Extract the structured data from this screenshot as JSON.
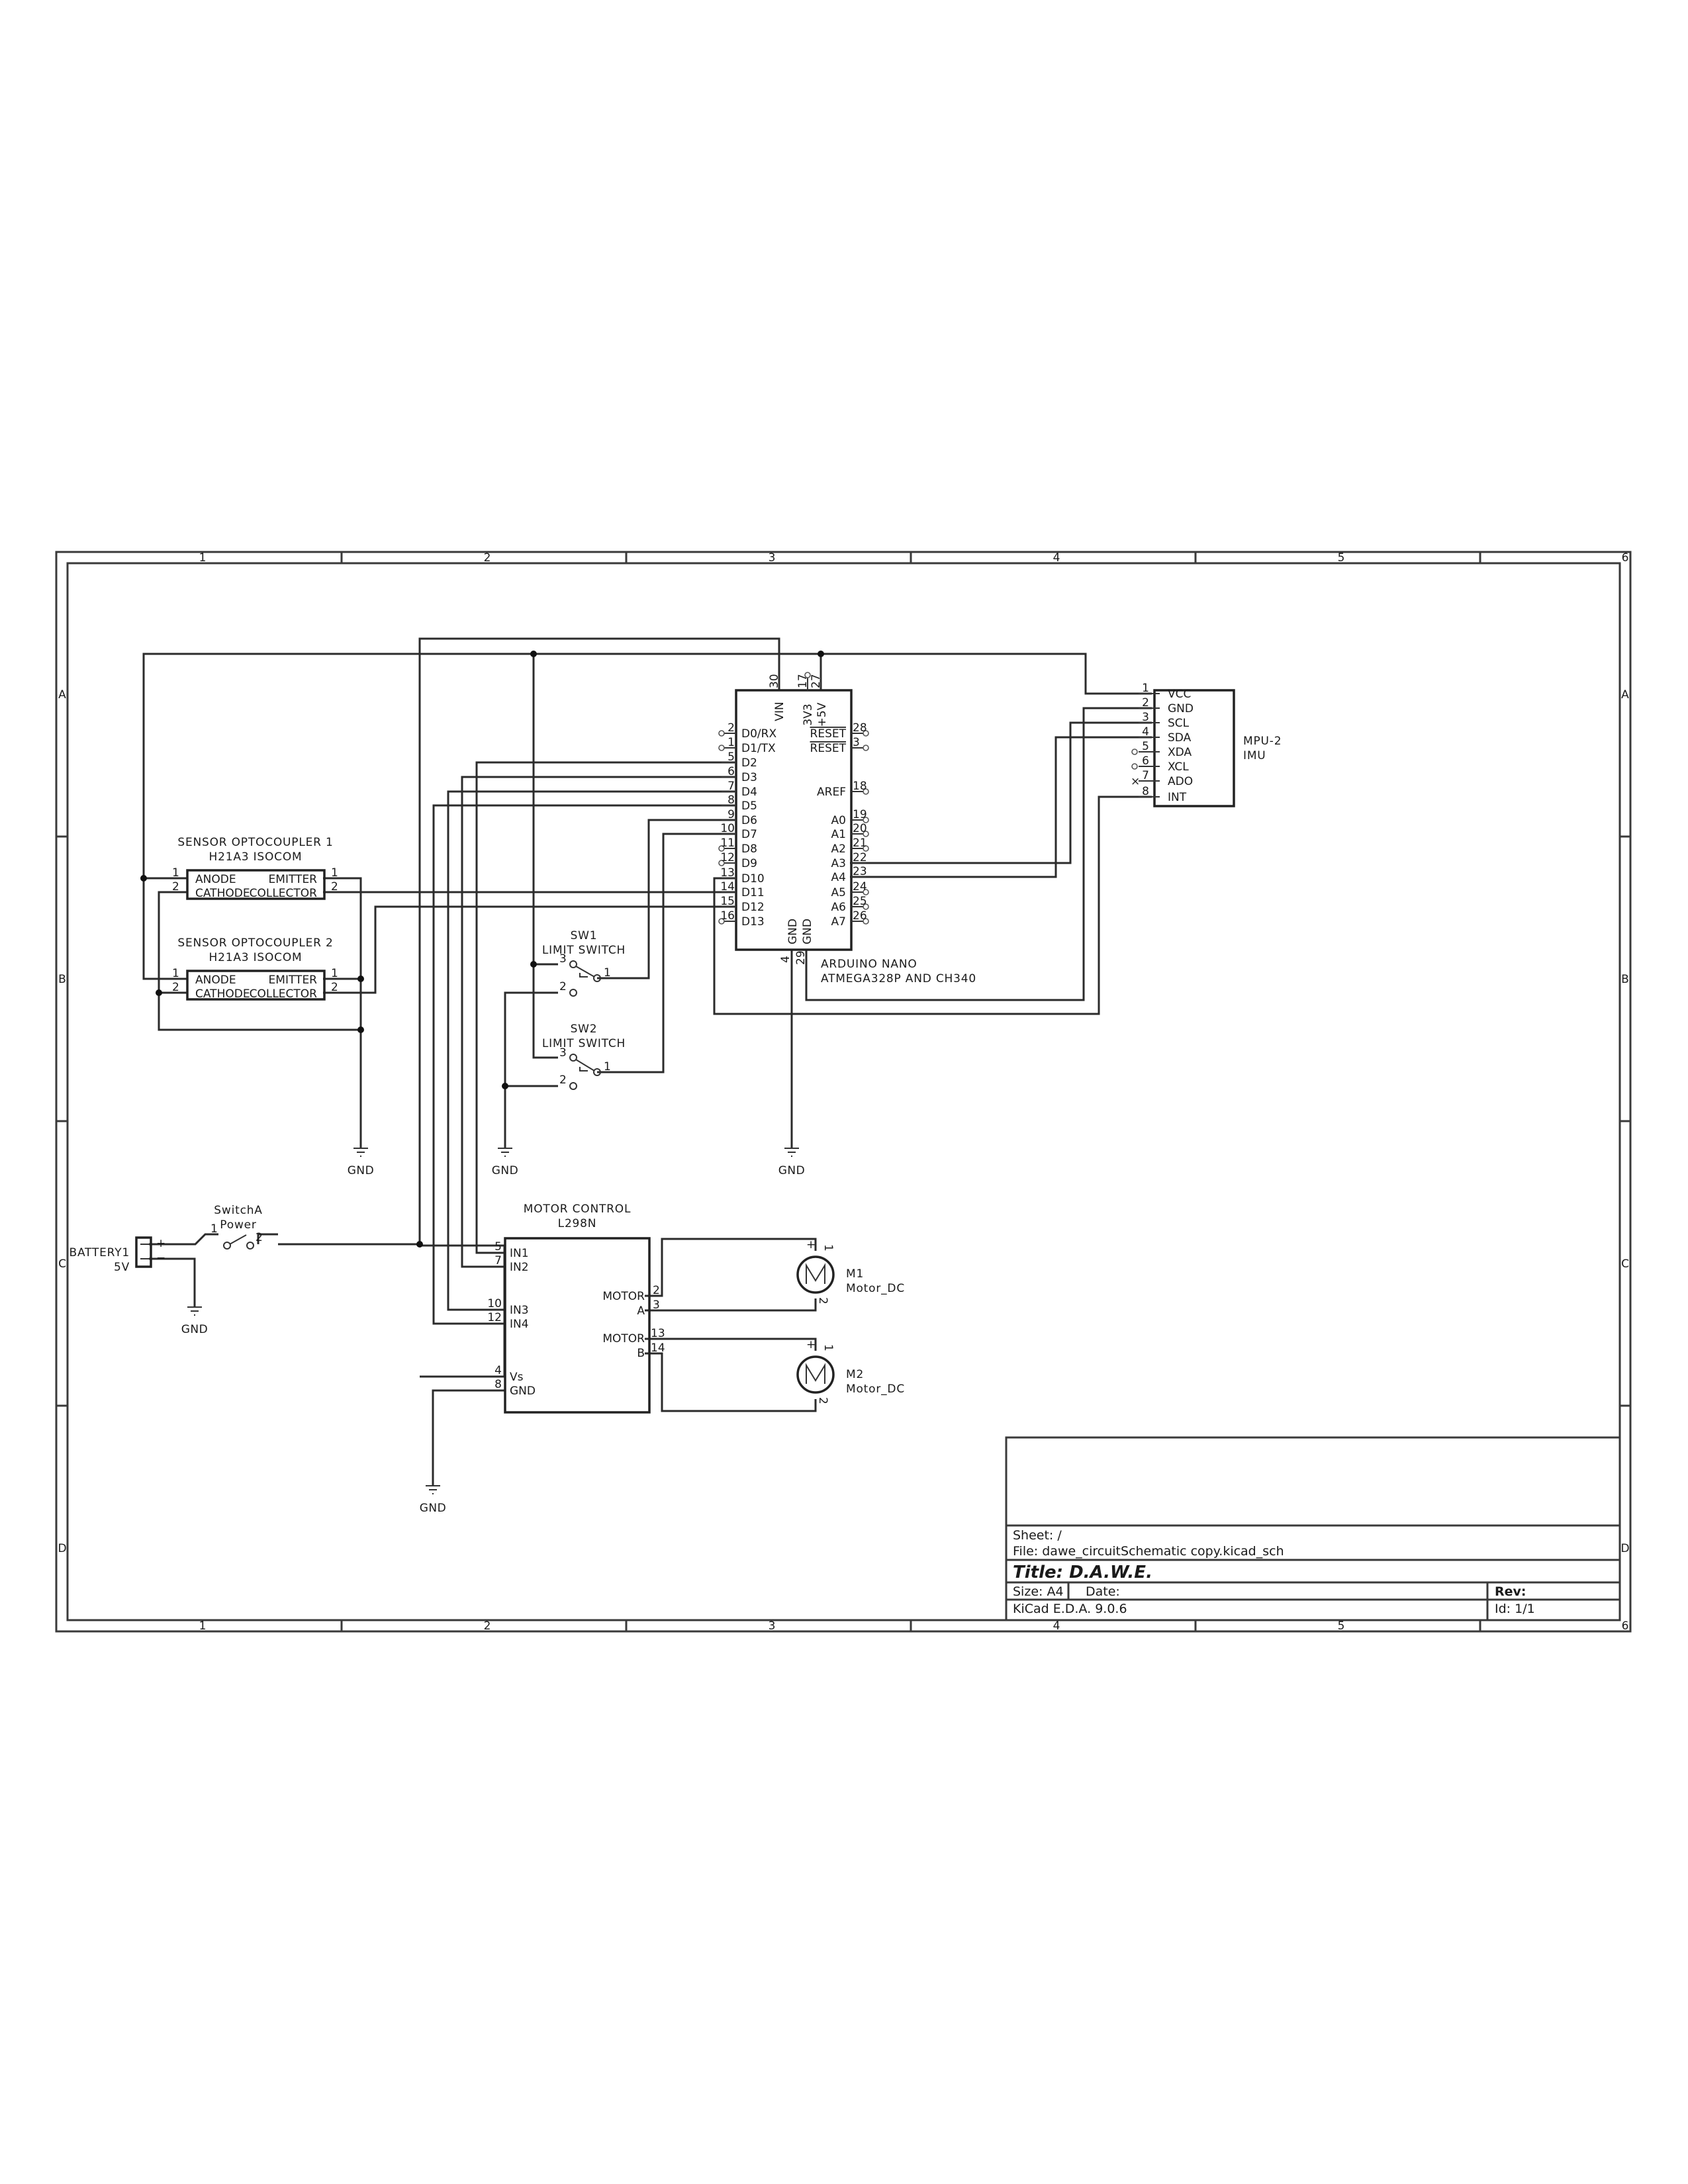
{
  "frame": {
    "columns": [
      "1",
      "2",
      "3",
      "4",
      "5",
      "6"
    ],
    "rows": [
      "A",
      "B",
      "C",
      "D"
    ]
  },
  "arduino": {
    "ref": "ARDUINO NANO",
    "value": "ATMEGA328P AND CH340",
    "top_pins": [
      {
        "num": "30",
        "name": "VIN"
      },
      {
        "num": "17",
        "name": "3V3"
      },
      {
        "num": "27",
        "name": "+5V"
      }
    ],
    "left_pins": [
      {
        "num": "2",
        "name": "D0/RX"
      },
      {
        "num": "1",
        "name": "D1/TX"
      },
      {
        "num": "5",
        "name": "D2"
      },
      {
        "num": "6",
        "name": "D3"
      },
      {
        "num": "7",
        "name": "D4"
      },
      {
        "num": "8",
        "name": "D5"
      },
      {
        "num": "9",
        "name": "D6"
      },
      {
        "num": "10",
        "name": "D7"
      },
      {
        "num": "11",
        "name": "D8"
      },
      {
        "num": "12",
        "name": "D9"
      },
      {
        "num": "13",
        "name": "D10"
      },
      {
        "num": "14",
        "name": "D11"
      },
      {
        "num": "15",
        "name": "D12"
      },
      {
        "num": "16",
        "name": "D13"
      }
    ],
    "right_pins": [
      {
        "num": "28",
        "name": "RESET"
      },
      {
        "num": "3",
        "name": "RESET"
      },
      {
        "num": "18",
        "name": "AREF"
      },
      {
        "num": "19",
        "name": "A0"
      },
      {
        "num": "20",
        "name": "A1"
      },
      {
        "num": "21",
        "name": "A2"
      },
      {
        "num": "22",
        "name": "A3"
      },
      {
        "num": "23",
        "name": "A4"
      },
      {
        "num": "24",
        "name": "A5"
      },
      {
        "num": "25",
        "name": "A6"
      },
      {
        "num": "26",
        "name": "A7"
      }
    ],
    "bottom_pins": [
      {
        "num": "4",
        "name": "GND"
      },
      {
        "num": "29",
        "name": "GND"
      }
    ]
  },
  "imu": {
    "ref": "MPU-2",
    "value": "IMU",
    "pins": [
      {
        "num": "1",
        "name": "VCC"
      },
      {
        "num": "2",
        "name": "GND"
      },
      {
        "num": "3",
        "name": "SCL"
      },
      {
        "num": "4",
        "name": "SDA"
      },
      {
        "num": "5",
        "name": "XDA"
      },
      {
        "num": "6",
        "name": "XCL"
      },
      {
        "num": "7",
        "name": "ADO"
      },
      {
        "num": "8",
        "name": "INT"
      }
    ]
  },
  "opto1": {
    "ref": "SENSOR OPTOCOUPLER 1",
    "value": "H21A3 ISOCOM",
    "left_pins": [
      {
        "num": "1",
        "name": "ANODE"
      },
      {
        "num": "2",
        "name": "CATHODE"
      }
    ],
    "right_pins": [
      {
        "num": "1",
        "name": "EMITTER"
      },
      {
        "num": "2",
        "name": "COLLECTOR"
      }
    ]
  },
  "opto2": {
    "ref": "SENSOR OPTOCOUPLER 2",
    "value": "H21A3 ISOCOM",
    "left_pins": [
      {
        "num": "1",
        "name": "ANODE"
      },
      {
        "num": "2",
        "name": "CATHODE"
      }
    ],
    "right_pins": [
      {
        "num": "1",
        "name": "EMITTER"
      },
      {
        "num": "2",
        "name": "COLLECTOR"
      }
    ]
  },
  "sw1": {
    "ref": "SW1",
    "value": "LIMIT SWITCH",
    "pins": [
      "3",
      "1",
      "2"
    ]
  },
  "sw2": {
    "ref": "SW2",
    "value": "LIMIT SWITCH",
    "pins": [
      "3",
      "1",
      "2"
    ]
  },
  "power_switch": {
    "ref": "SwitchA",
    "value": "Power",
    "pins": [
      "1",
      "2"
    ]
  },
  "battery": {
    "ref": "BATTERY1",
    "value": "5V",
    "plus": "+",
    "minus": "−"
  },
  "motor_driver": {
    "ref": "MOTOR CONTROL",
    "value": "L298N",
    "left_pins": [
      {
        "num": "5",
        "name": "IN1"
      },
      {
        "num": "7",
        "name": "IN2"
      },
      {
        "num": "10",
        "name": "IN3"
      },
      {
        "num": "12",
        "name": "IN4"
      },
      {
        "num": "4",
        "name": "Vs"
      },
      {
        "num": "8",
        "name": "GND"
      }
    ],
    "right_pins": [
      {
        "num": "2",
        "name": "MOTOR"
      },
      {
        "num": "3",
        "name": "A"
      },
      {
        "num": "13",
        "name": "MOTOR"
      },
      {
        "num": "14",
        "name": "B"
      }
    ]
  },
  "motor1": {
    "ref": "M1",
    "value": "Motor_DC",
    "glyph": "M",
    "pin_plus": "+",
    "pin1": "1",
    "pin2": "2",
    "pin_minus": "−"
  },
  "motor2": {
    "ref": "M2",
    "value": "Motor_DC",
    "glyph": "M",
    "pin_plus": "+",
    "pin1": "1",
    "pin2": "2",
    "pin_minus": "−"
  },
  "gnd_label": "GND",
  "title_block": {
    "sheet": "Sheet: /",
    "file": "File: dawe_circuitSchematic copy.kicad_sch",
    "title": "Title: D.A.W.E.",
    "size": "Size: A4",
    "date": "Date:",
    "rev": "Rev:",
    "tool": "KiCad E.D.A. 9.0.6",
    "id": "Id: 1/1"
  }
}
